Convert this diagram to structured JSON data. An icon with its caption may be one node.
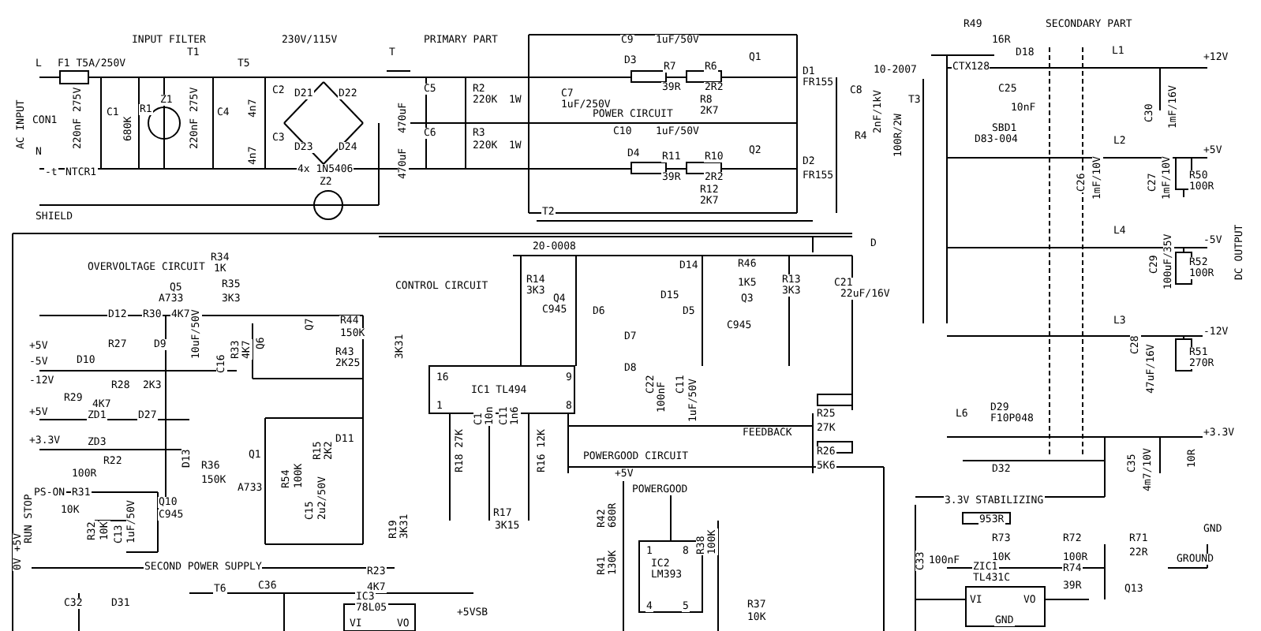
{
  "diagram": {
    "labels": [
      "INPUT FILTER",
      "230V/115V",
      "PRIMARY PART",
      "L",
      "F1 T5A/250V",
      "T1",
      "T5",
      "T",
      "AC INPUT",
      "CON1",
      "220nF 275V",
      "C1",
      "680K",
      "R1",
      "Z1",
      "220nF 275V",
      "C4",
      "4n7",
      "C2",
      "4n7",
      "C3",
      "D21",
      "D22",
      "D23",
      "D24",
      "4x 1N5406",
      "470uF",
      "470uF",
      "N",
      "-t",
      "NTCR1",
      "SHIELD",
      "Z2",
      "C5",
      "C6",
      "R2",
      "220K",
      "1W",
      "R3",
      "220K",
      "1W",
      "C7",
      "1uF/250V",
      "C9",
      "1uF/50V",
      "D3",
      "R7",
      "39R",
      "R6",
      "2R2",
      "R8",
      "2K7",
      "POWER CIRCUIT",
      "Q1",
      "D1",
      "FR155",
      "C10",
      "1uF/50V",
      "D4",
      "R11",
      "39R",
      "R10",
      "2R2",
      "R12",
      "2K7",
      "Q2",
      "D2",
      "FR155",
      "T2",
      "20-0008",
      "10-2007",
      "C8",
      "T3",
      "2nF/1kV",
      "100R/2W",
      "R4",
      "R49",
      "16R",
      "SECONDARY PART",
      "D18",
      "CTX128",
      "C25",
      "10nF",
      "L1",
      "+12V",
      "C30",
      "1mF/16V",
      "SBD1",
      "D83-004",
      "L2",
      "+5V",
      "C26",
      "1mF/10V",
      "C27",
      "1mF/10V",
      "R50",
      "100R",
      "L4",
      "-5V",
      "C29",
      "100uF/35V",
      "R52",
      "100R",
      "DC OUTPUT",
      "L3",
      "-12V",
      "C28",
      "47uF/16V",
      "R51",
      "270R",
      "L6",
      "D29",
      "F10P048",
      "+3.3V",
      "C35",
      "4m7/10V",
      "10R",
      "D32",
      "3.3V STABILIZING",
      "953R",
      "R73",
      "10K",
      "R72",
      "100R",
      "R71",
      "22R",
      "GND",
      "GROUND",
      "ZIC1",
      "TL431C",
      "VI",
      "VO",
      "R74",
      "39R",
      "Q13",
      "C33",
      "100nF",
      "GND",
      "OVERVOLTAGE CIRCUIT",
      "R34",
      "1K",
      "Q5",
      "A733",
      "R35",
      "3K3",
      "D12",
      "R30",
      "4K7",
      "10uF/50V",
      "C16",
      "R33",
      "4K7",
      "Q6",
      "Q7",
      "R44",
      "150K",
      "R43",
      "2K25",
      "+5V",
      "R27",
      "D9",
      "-5V",
      "D10",
      "-12V",
      "R28",
      "2K3",
      "R29",
      "4K7",
      "+5V",
      "ZD1",
      "D27",
      "+3.3V",
      "ZD3",
      "R22",
      "100R",
      "D13",
      "R36",
      "150K",
      "Q1",
      "A733",
      "R54",
      "100K",
      "R15",
      "2K2",
      "C15",
      "2u2/50V",
      "D11",
      "0V +5V",
      "RUN STOP",
      "PS-ON",
      "R31",
      "10K",
      "Q10",
      "C945",
      "R32",
      "10K",
      "C13",
      "1uF/50V",
      "SECOND POWER SUPPLY",
      "R23",
      "4K7",
      "IC3",
      "78L05",
      "VI",
      "VO",
      "C32",
      "D31",
      "T6",
      "C36",
      "CONTROL CIRCUIT",
      "R14",
      "3K3",
      "Q4",
      "C945",
      "D6",
      "D14",
      "D15",
      "R46",
      "1K5",
      "R13",
      "3K3",
      "Q3",
      "D5",
      "C945",
      "C21",
      "22uF/16V",
      "D",
      "3K31",
      "IC1 TL494",
      "16",
      "9",
      "1",
      "8",
      "D7",
      "D8",
      "C22",
      "100nF",
      "C11",
      "1uF/50V",
      "R18 27K",
      "C1",
      "10n",
      "C11",
      "1n6",
      "R16 12K",
      "R17",
      "3K15",
      "R19",
      "3K31",
      "FEEDBACK",
      "R25",
      "27K",
      "R26",
      "5K6",
      "POWERGOOD CIRCUIT",
      "+5V",
      "POWERGOOD",
      "R42",
      "680R",
      "R41",
      "130K",
      "IC2",
      "LM393",
      "1",
      "8",
      "4",
      "5",
      "R38",
      "100K",
      "R37",
      "10K",
      "+5VSB"
    ]
  }
}
